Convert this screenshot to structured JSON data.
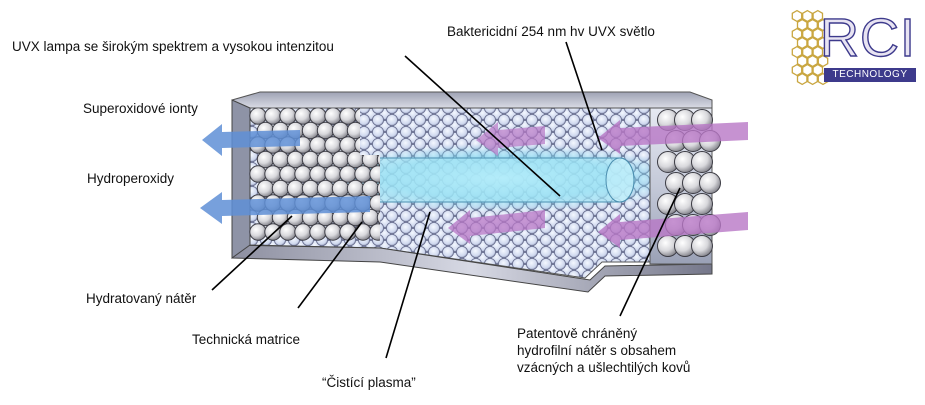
{
  "labels": {
    "uvx_lamp": "UVX lampa se širokým spektrem a vysokou intenzitou",
    "bactericidal": "Baktericidní 254 nm hv UVX světlo",
    "superoxide": "Superoxidové ionty",
    "hydroperoxides": "Hydroperoxidy",
    "hydrated_coating": "Hydratovaný nátěr",
    "technical_matrix": "Technická matrice",
    "cleaning_plasma": "“Čistící plasma”",
    "patent_line1": "Patentově chráněný",
    "patent_line2": "hydrofilní nátěr s obsahem",
    "patent_line3": "vzácných a ušlechtilých kovů"
  },
  "logo": {
    "text": "RCI",
    "subtext": "TECHNOLOGY"
  },
  "colors": {
    "outflow_arrow": "#5f8fd6",
    "inflow_arrow": "#b877c6",
    "uv_glow": "#7fd8f0",
    "logo_brand": "#3d3a8c",
    "logo_honeycomb": "#c9a640"
  }
}
